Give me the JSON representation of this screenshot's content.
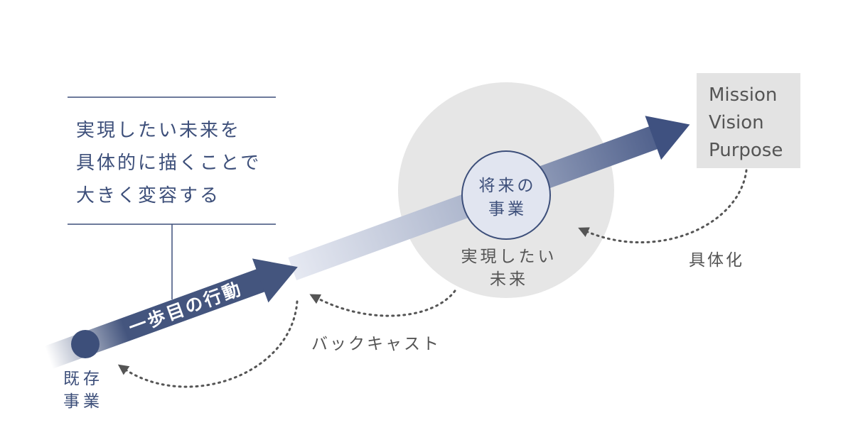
{
  "intro_text": {
    "lines": [
      "実現したい未来を",
      "具体的に描くことで",
      "大きく変容する"
    ]
  },
  "arrow_label": "一歩目の行動",
  "start": {
    "lines": [
      "既存",
      "事業"
    ]
  },
  "future_business": {
    "lines": [
      "将来の",
      "事業"
    ]
  },
  "desired_future": {
    "lines": [
      "実現したい",
      "未来"
    ]
  },
  "mvp_box": {
    "lines": [
      "Mission",
      "Vision",
      "Purpose"
    ]
  },
  "backcast_label": "バックキャスト",
  "concretize_label": "具体化",
  "colors": {
    "navy": "#3d4f7a",
    "light_grey": "#e6e6e6",
    "box_grey": "#e3e3e3",
    "text_grey": "#555555"
  }
}
